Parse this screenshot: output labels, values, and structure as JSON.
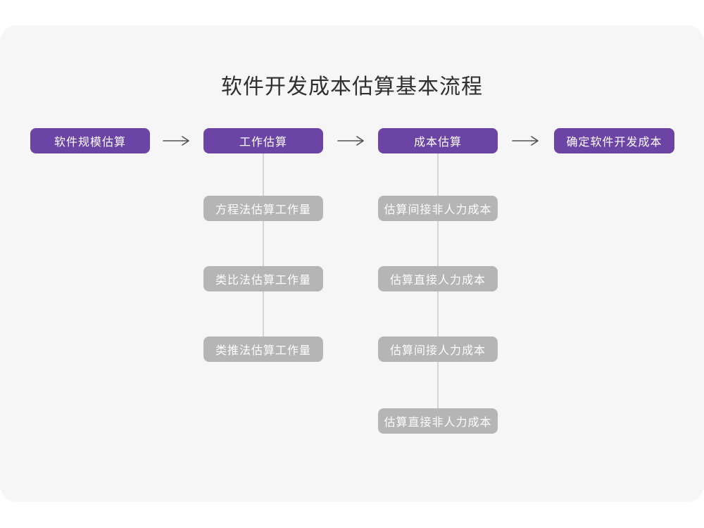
{
  "title": "软件开发成本估算基本流程",
  "colors": {
    "page_background": "#ffffff",
    "card_background": "#f6f6f6",
    "main_node": "#6b44a5",
    "sub_node": "#b5b5b5",
    "node_text": "#ffffff",
    "title_text": "#2f2f2f",
    "connector_line": "#d4d4d4",
    "arrow": "#4f4f4f"
  },
  "flow": {
    "main_steps": [
      {
        "label": "软件规模估算"
      },
      {
        "label": "工作估算"
      },
      {
        "label": "成本估算"
      },
      {
        "label": "确定软件开发成本"
      }
    ],
    "work_estimation_substeps": [
      {
        "label": "方程法估算工作量"
      },
      {
        "label": "类比法估算工作量"
      },
      {
        "label": "类推法估算工作量"
      }
    ],
    "cost_estimation_substeps": [
      {
        "label": "估算间接非人力成本"
      },
      {
        "label": "估算直接人力成本"
      },
      {
        "label": "估算间接人力成本"
      },
      {
        "label": "估算直接非人力成本"
      }
    ]
  }
}
